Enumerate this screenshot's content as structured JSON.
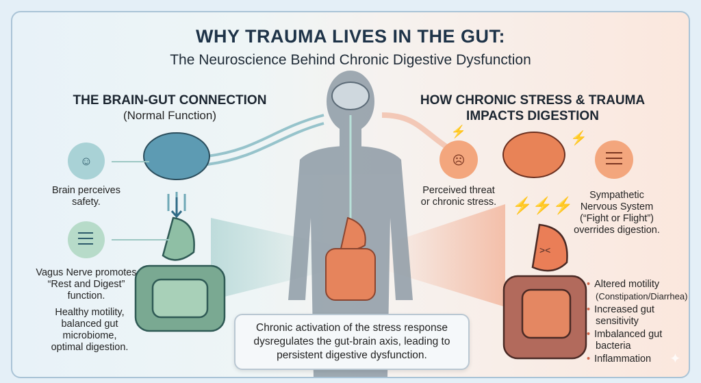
{
  "title": "WHY TRAUMA LIVES IN THE GUT:",
  "subtitle": "The Neuroscience Behind Chronic Digestive Dysfunction",
  "left": {
    "heading": "THE BRAIN-GUT CONNECTION",
    "subheading": "(Normal Function)",
    "brain_text": [
      "Brain perceives",
      "safety."
    ],
    "vagus_text": [
      "Vagus Nerve promotes",
      "“Rest and Digest”",
      "function."
    ],
    "health_text": [
      "Healthy motility,",
      "balanced gut",
      "microbiome,",
      "optimal digestion."
    ]
  },
  "right": {
    "heading": [
      "HOW CHRONIC STRESS & TRAUMA",
      "IMPACTS DIGESTION"
    ],
    "threat_text": [
      "Perceived threat",
      "or chronic stress."
    ],
    "sympathetic_text": [
      "Sympathetic",
      "Nervous System",
      "(“Fight or Flight”)",
      "overrides digestion."
    ],
    "effects": [
      {
        "label": "Altered motility",
        "detail": "(Constipation/Diarrhea)"
      },
      {
        "label": "Increased gut sensitivity"
      },
      {
        "label": "Imbalanced gut bacteria"
      },
      {
        "label": "Inflammation"
      }
    ]
  },
  "caption": [
    "Chronic activation of the stress response",
    "dysregulates the gut-brain axis, leading to",
    "persistent digestive dysfunction."
  ],
  "colors": {
    "calm": "#7fae9c",
    "stress": "#e07a55",
    "navy": "#1e3348"
  }
}
